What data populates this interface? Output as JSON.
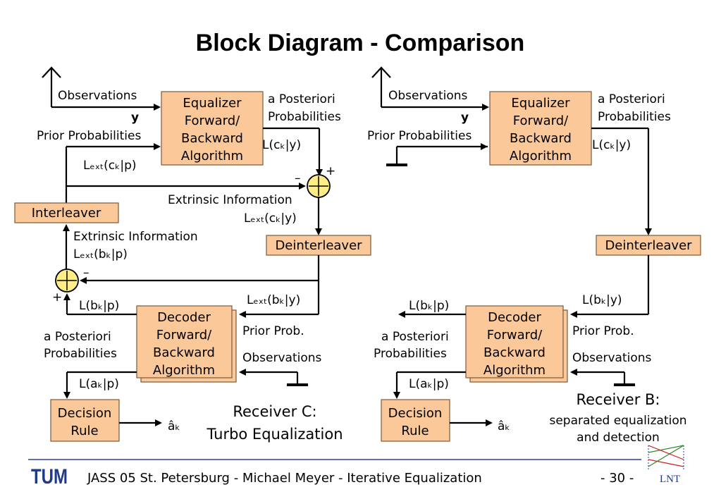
{
  "title": "Block Diagram - Comparison",
  "left": {
    "observations": "Observations",
    "y": "y",
    "prior_probabilities": "Prior Probabilities",
    "equalizer": [
      "Equalizer",
      "Forward/",
      "Backward",
      "Algorithm"
    ],
    "a_posteriori": [
      "a Posteriori",
      "Probabilities"
    ],
    "l_ck_y": "L(cₖ|y)",
    "lext_ck_p": "Lₑₓₜ(cₖ|p)",
    "extrinsic_info_1": "Extrinsic Information",
    "lext_ck_y": "Lₑₓₜ(cₖ|y)",
    "interleaver": "Interleaver",
    "deinterleaver": "Deinterleaver",
    "extrinsic_info_2": "Extrinsic Information",
    "lext_bk_p": "Lₑₓₜ(bₖ|p)",
    "lext_bk_y": "Lₑₓₜ(bₖ|y)",
    "l_bk_p": "L(bₖ|p)",
    "prior_prob": "Prior Prob.",
    "decoder": [
      "Decoder",
      "Forward/",
      "Backward",
      "Algorithm"
    ],
    "a_posteriori_2": [
      "a Posteriori",
      "Probabilities"
    ],
    "observations_2": "Observations",
    "l_ak_p": "L(aₖ|p)",
    "decision": [
      "Decision",
      "Rule"
    ],
    "a_hat": "âₖ",
    "minus": "–",
    "plus": "+",
    "receiver_title": "Receiver C:",
    "receiver_sub": "Turbo Equalization"
  },
  "right": {
    "observations": "Observations",
    "y": "y",
    "prior_probabilities": "Prior Probabilities",
    "equalizer": [
      "Equalizer",
      "Forward/",
      "Backward",
      "Algorithm"
    ],
    "a_posteriori": [
      "a Posteriori",
      "Probabilities"
    ],
    "l_ck_y": "L(cₖ|y)",
    "deinterleaver": "Deinterleaver",
    "l_bk_y": "L(bₖ|y)",
    "l_bk_p": "L(bₖ|p)",
    "prior_prob": "Prior Prob.",
    "decoder": [
      "Decoder",
      "Forward/",
      "Backward",
      "Algorithm"
    ],
    "a_posteriori_2": [
      "a Posteriori",
      "Probabilities"
    ],
    "observations_2": "Observations",
    "l_ak_p": "L(aₖ|p)",
    "decision": [
      "Decision",
      "Rule"
    ],
    "a_hat": "âₖ",
    "receiver_title": "Receiver B:",
    "receiver_sub": [
      "separated equalization",
      "and detection"
    ]
  },
  "footer": {
    "logo": "TUM",
    "text": "JASS 05 St. Petersburg  -  Michael Meyer  -  Iterative Equalization",
    "page": "- 30 -",
    "lnt": "LNT"
  },
  "colors": {
    "box_fill": "#fbc89a",
    "sum_fill": "#ffee88",
    "logo_blue": "#1f3a8a",
    "rule": "#2a3f9a"
  }
}
